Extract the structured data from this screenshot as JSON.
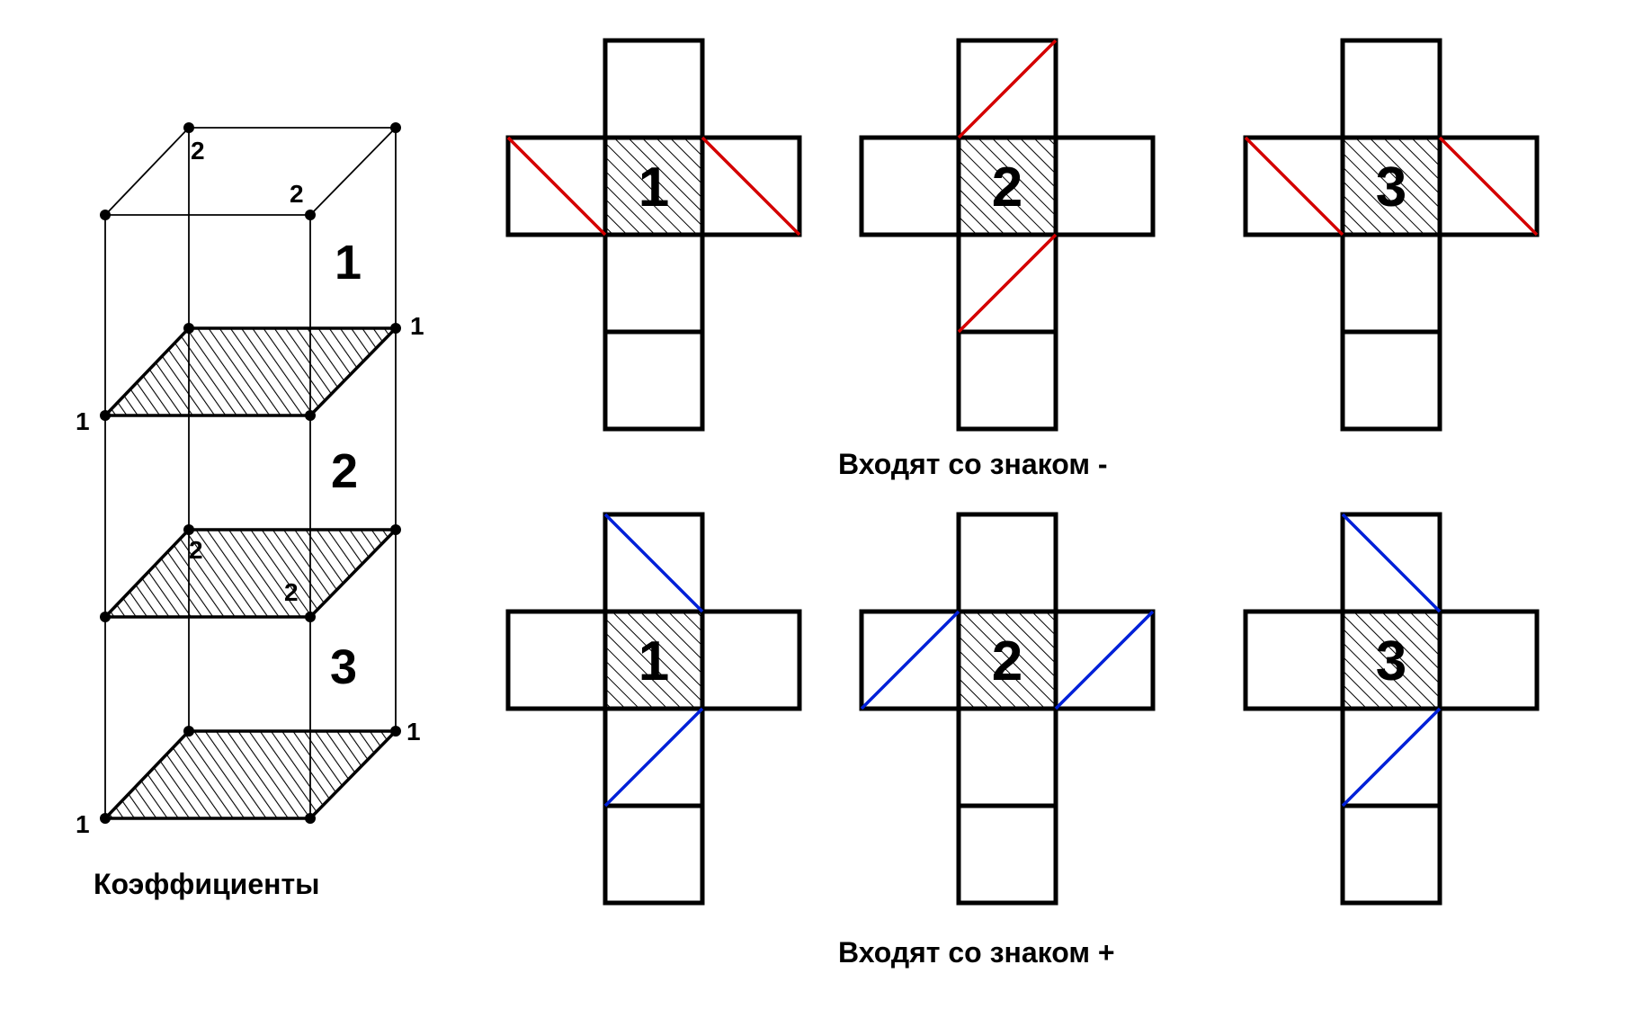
{
  "diagram": {
    "left_caption": "Коэффициенты",
    "layer_labels": [
      "1",
      "2",
      "3"
    ],
    "corner_labels": [
      "2",
      "2",
      "1",
      "1",
      "2",
      "2",
      "1",
      "1"
    ],
    "crosses_minus": {
      "caption": "Входят со знаком -",
      "numbers": [
        "1",
        "2",
        "3"
      ],
      "line_color": "#d40000"
    },
    "crosses_plus": {
      "caption": "Входят со знаком +",
      "numbers": [
        "1",
        "2",
        "3"
      ],
      "line_color": "#0020d8"
    },
    "hatch_color": "#000000"
  }
}
